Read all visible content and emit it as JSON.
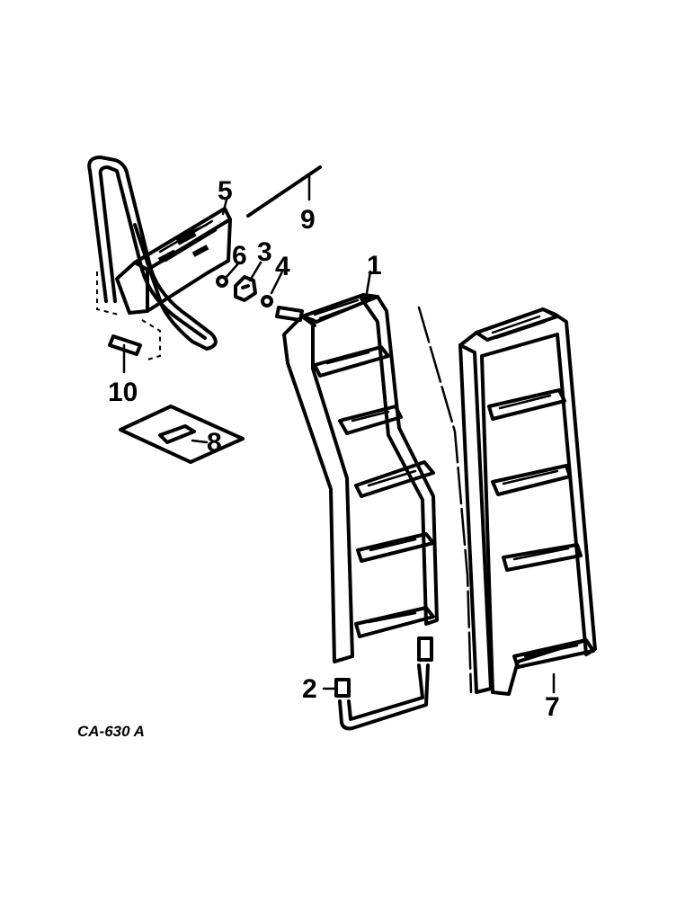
{
  "diagram": {
    "callouts": {
      "c1": "1",
      "c2": "2",
      "c3": "3",
      "c4": "4",
      "c5": "5",
      "c6": "6",
      "c7": "7",
      "c8": "8",
      "c9": "9",
      "c10": "10"
    },
    "figure_code": "CA-630 A"
  }
}
